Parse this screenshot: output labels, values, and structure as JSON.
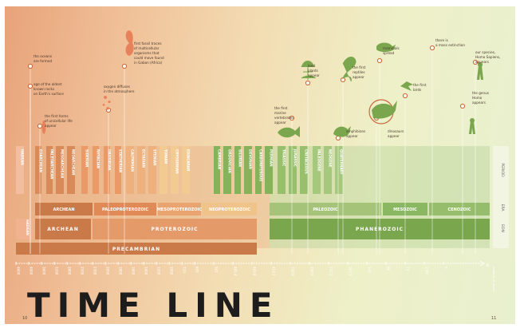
{
  "title": "TIME LINE",
  "page_numbers": {
    "left": "10",
    "right": "11"
  },
  "colors": {
    "archean": "#c97a48",
    "proterozoic": "#e59a6a",
    "phanerozoic": "#7aa64e",
    "precambrian": "#b86a3a",
    "neoproterozoic": "#efc38a",
    "paleozoic_period": "#a5c47a",
    "cenozoic_period": "#95bd6c",
    "event_marker": "#c8683c"
  },
  "row_labels": {
    "period": "PERIOD",
    "era": "ERA",
    "eon": "EON"
  },
  "periods": [
    {
      "label": "HADEAN",
      "group": "hadean"
    },
    {
      "label": "EOARCHEAN",
      "group": "archean"
    },
    {
      "label": "PALEOARCHEAN",
      "group": "archean"
    },
    {
      "label": "MESOARCHEAN",
      "group": "archean"
    },
    {
      "label": "NEOARCHEAN",
      "group": "archean"
    },
    {
      "label": "SIDERIAN",
      "group": "paleoproterozoic"
    },
    {
      "label": "RHYACIAN",
      "group": "paleoproterozoic"
    },
    {
      "label": "OROSIRIAN",
      "group": "paleoproterozoic"
    },
    {
      "label": "STATHERIAN",
      "group": "paleoproterozoic"
    },
    {
      "label": "CALYMMIAN",
      "group": "mesoproterozoic"
    },
    {
      "label": "ECTASIAN",
      "group": "mesoproterozoic"
    },
    {
      "label": "STENIAN",
      "group": "mesoproterozoic"
    },
    {
      "label": "TONIAN",
      "group": "neoproterozoic"
    },
    {
      "label": "CRYOGENIAN",
      "group": "neoproterozoic"
    },
    {
      "label": "EDIACARAN",
      "group": "neoproterozoic"
    },
    {
      "label": "CAMBRIAN",
      "group": "paleozoic"
    },
    {
      "label": "ORDOVICIAN",
      "group": "paleozoic"
    },
    {
      "label": "SILURIAN",
      "group": "paleozoic"
    },
    {
      "label": "DEVONIAN",
      "group": "paleozoic"
    },
    {
      "label": "CARBONIFEROUS",
      "group": "paleozoic"
    },
    {
      "label": "PERMIAN",
      "group": "paleozoic"
    },
    {
      "label": "TRIASSIC",
      "group": "mesozoic"
    },
    {
      "label": "JURASSIC",
      "group": "mesozoic"
    },
    {
      "label": "CRETACEOUS",
      "group": "mesozoic"
    },
    {
      "label": "PALEOGENE",
      "group": "cenozoic"
    },
    {
      "label": "NEOGENE",
      "group": "cenozoic"
    },
    {
      "label": "QUATERNARY",
      "group": "cenozoic"
    }
  ],
  "eras": [
    {
      "label": "ARCHEAN",
      "group": "archean"
    },
    {
      "label": "PALEOPROTEROZOIC",
      "group": "paleoproterozoic"
    },
    {
      "label": "MESOPROTEROZOIC",
      "group": "mesoproterozoic"
    },
    {
      "label": "NEOPROTEROZOIC",
      "group": "neoproterozoic"
    },
    {
      "label": "PALEOZOIC",
      "group": "paleozoic"
    },
    {
      "label": "MESOZOIC",
      "group": "mesozoic"
    },
    {
      "label": "CENOZOIC",
      "group": "cenozoic"
    }
  ],
  "eons": [
    {
      "label": "HADEAN",
      "group": "hadean"
    },
    {
      "label": "PROTEROZOIC",
      "group": "proterozoic"
    },
    {
      "label": "PHANEROZOIC",
      "group": "phanerozoic"
    }
  ],
  "supereon": {
    "label": "PRECAMBRIAN"
  },
  "axis": {
    "ticks": [
      "4600",
      "4000",
      "3600",
      "3200",
      "2800",
      "2500",
      "2300",
      "2050",
      "1800",
      "1600",
      "1400",
      "1200",
      "1000",
      "720",
      "635",
      "541",
      "485.4",
      "443.8",
      "419.2",
      "358.9",
      "298.9",
      "252.2",
      "201.3",
      "145",
      "66",
      "23",
      "2.58",
      "0"
    ],
    "end_label": "millions of years",
    "end_prefix": "0"
  },
  "events": [
    {
      "id": "oceans",
      "text": "the oceans\nare formed"
    },
    {
      "id": "oldest-rocks",
      "text": "age of the oldest\nknown rocks\non Earth's surface"
    },
    {
      "id": "unicellular",
      "text": "the first forms\nof unicellular life\nappear"
    },
    {
      "id": "oxygen",
      "text": "oxygen diffuses\nin the atmosphere"
    },
    {
      "id": "multicellular",
      "text": "first fossil traces\nof multicellular\norganisms that\ncould move found\nin Gabon (Africa)"
    },
    {
      "id": "vertebrates",
      "text": "the first\nmarine\nvertebrates\nappear"
    },
    {
      "id": "land-plants",
      "text": "land\nplants\nappear"
    },
    {
      "id": "amphibians",
      "text": "amphibians\nappear"
    },
    {
      "id": "reptiles",
      "text": "the first\nreptiles\nappear"
    },
    {
      "id": "mammals",
      "text": "mammals\nspread"
    },
    {
      "id": "dinosaurs",
      "text": "dinosaurs\nappear"
    },
    {
      "id": "birds",
      "text": "the first\nbirds"
    },
    {
      "id": "extinction",
      "text": "there is\na mass extinction"
    },
    {
      "id": "homo",
      "text": "the genus\nHomo\nappears"
    },
    {
      "id": "sapiens",
      "text": "our species,\nHomo Sapiens,\nappears"
    }
  ]
}
